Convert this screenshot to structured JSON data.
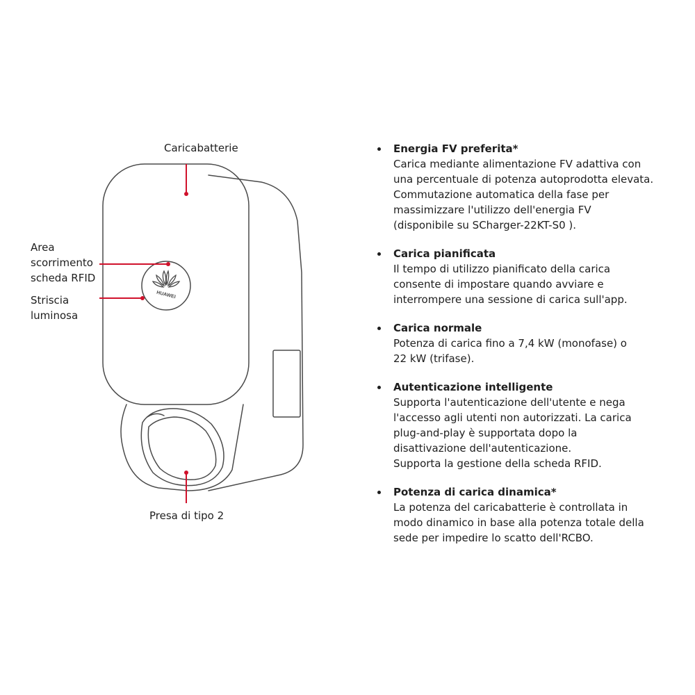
{
  "callouts": {
    "charger": {
      "lines": [
        "Caricabatterie"
      ]
    },
    "rfid_area": {
      "lines": [
        "Area",
        "scorrimento",
        "scheda RFID"
      ]
    },
    "light_strip": {
      "lines": [
        "Striscia",
        "luminosa"
      ]
    },
    "socket": {
      "lines": [
        "Presa di tipo 2"
      ]
    }
  },
  "device": {
    "logo_text": "HUAWEI",
    "accent_color": "#d0112b",
    "outline_color": "#4a4a4a"
  },
  "features": [
    {
      "title": "Energia FV preferita*",
      "lines": [
        "Carica mediante alimentazione FV adattiva con",
        "una percentuale di potenza autoprodotta elevata.",
        "Commutazione automatica della fase per",
        "massimizzare l'utilizzo dell'energia FV",
        "(disponibile su SCharger-22KT-S0 )."
      ]
    },
    {
      "title": "Carica pianificata",
      "lines": [
        "Il tempo di utilizzo pianificato della carica",
        "consente di impostare quando avviare e",
        "interrompere una sessione di carica sull'app."
      ]
    },
    {
      "title": "Carica normale",
      "lines": [
        "Potenza di carica fino a 7,4 kW (monofase) o",
        "22 kW (trifase)."
      ]
    },
    {
      "title": "Autenticazione intelligente",
      "lines": [
        "Supporta l'autenticazione dell'utente e nega",
        "l'accesso agli utenti non autorizzati. La carica",
        "plug-and-play è supportata dopo la",
        "disattivazione dell'autenticazione.",
        "Supporta la gestione della scheda RFID."
      ]
    },
    {
      "title": "Potenza di carica dinamica*",
      "lines": [
        "La potenza del caricabatterie è controllata in",
        "modo dinamico in base alla potenza totale della",
        "sede per impedire lo scatto dell'RCBO."
      ]
    }
  ]
}
